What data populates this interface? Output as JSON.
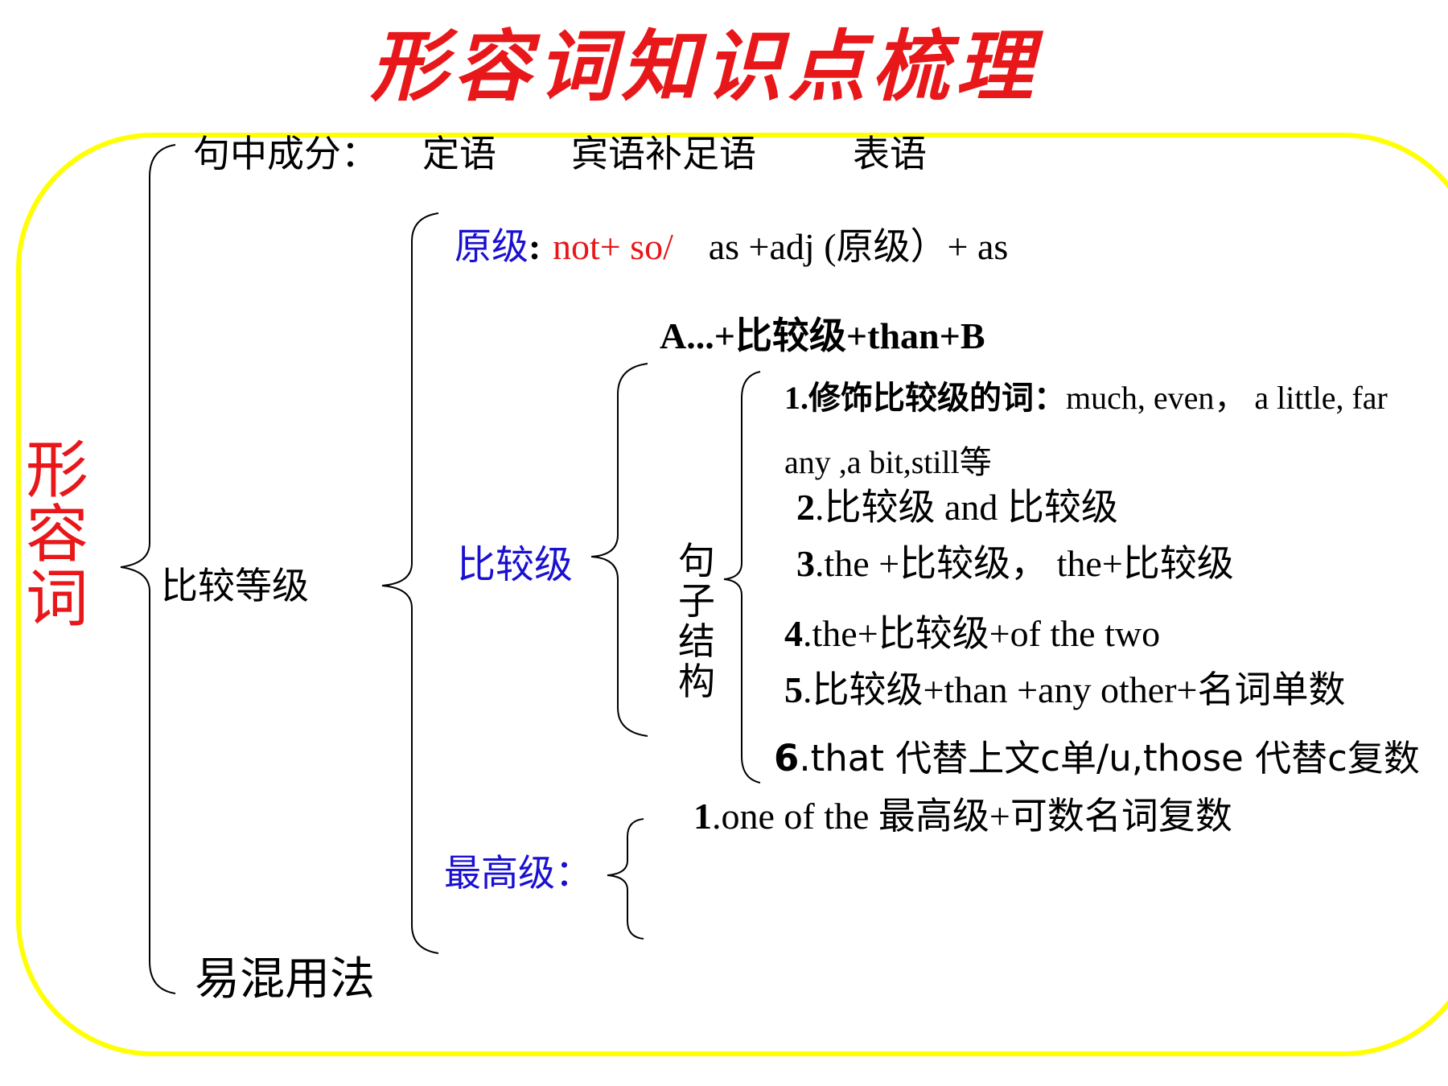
{
  "title": "形容词知识点梳理",
  "root": "形容词",
  "branches": {
    "functions": {
      "label": "句中成分：",
      "items": [
        "定语",
        "宾语补足语",
        "表语"
      ]
    },
    "comparison": {
      "label": "比较等级",
      "positive": {
        "label": "原级",
        "colon": ":",
        "pattern_red": "not+ so/",
        "pattern_black": "as +adj (原级）+ as"
      },
      "comparative": {
        "label": "比较级",
        "basic_pattern": "A...+比较级+than+B",
        "structure_label": "句子结构",
        "rules": [
          {
            "num": "1",
            "text": ".修饰比较级的词：",
            "tail": "much, even，  a little, far"
          },
          {
            "num": "",
            "text": "any ,a bit,still等",
            "tail": ""
          },
          {
            "num": "2",
            "text": ".比较级 and 比较级",
            "tail": ""
          },
          {
            "num": "3",
            "text": ".the +比较级，   the+比较级",
            "tail": ""
          },
          {
            "num": "4",
            "text": ".the+比较级+of the two",
            "tail": ""
          },
          {
            "num": "5",
            "text": ".比较级+than +any other+名词单数",
            "tail": ""
          },
          {
            "num": "6",
            "text": ".that 代替上文c单/u,those 代替c复数",
            "tail": ""
          }
        ]
      },
      "superlative": {
        "label": "最高级：",
        "rules": [
          {
            "num": "1",
            "text": ".one of the 最高级+可数名词复数"
          }
        ]
      }
    },
    "confusing": {
      "label": "易混用法"
    }
  },
  "colors": {
    "title": "#e8171a",
    "root": "#e8171a",
    "level_labels": "#1a10d0",
    "frame": "#ffff00",
    "highlight": "#e8171a"
  }
}
